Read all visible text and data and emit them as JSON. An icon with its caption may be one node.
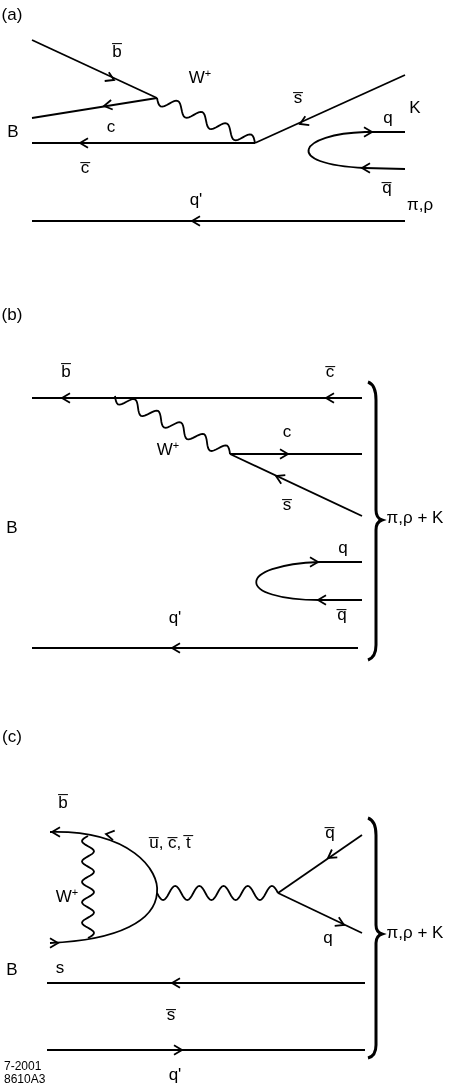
{
  "diagram": {
    "labels": [
      "(a)",
      "b̅",
      "W$^{+}$",
      "s̅",
      "K",
      "q",
      "c",
      "B",
      "c̅",
      "q̅",
      "q'",
      "π,ρ",
      "(b)",
      "b̅",
      "c̅",
      "c",
      "W$^{+}$",
      "s̅",
      "π,ρ + K",
      "B",
      "q",
      "q̅",
      "q'",
      "(c)",
      "b̅",
      "u̅, c̅, t̅",
      "q̅",
      "W$^{+}$",
      "q",
      "π,ρ + K",
      "s",
      "B",
      "s̅",
      "7-2001 8610A3",
      "q'"
    ]
  }
}
